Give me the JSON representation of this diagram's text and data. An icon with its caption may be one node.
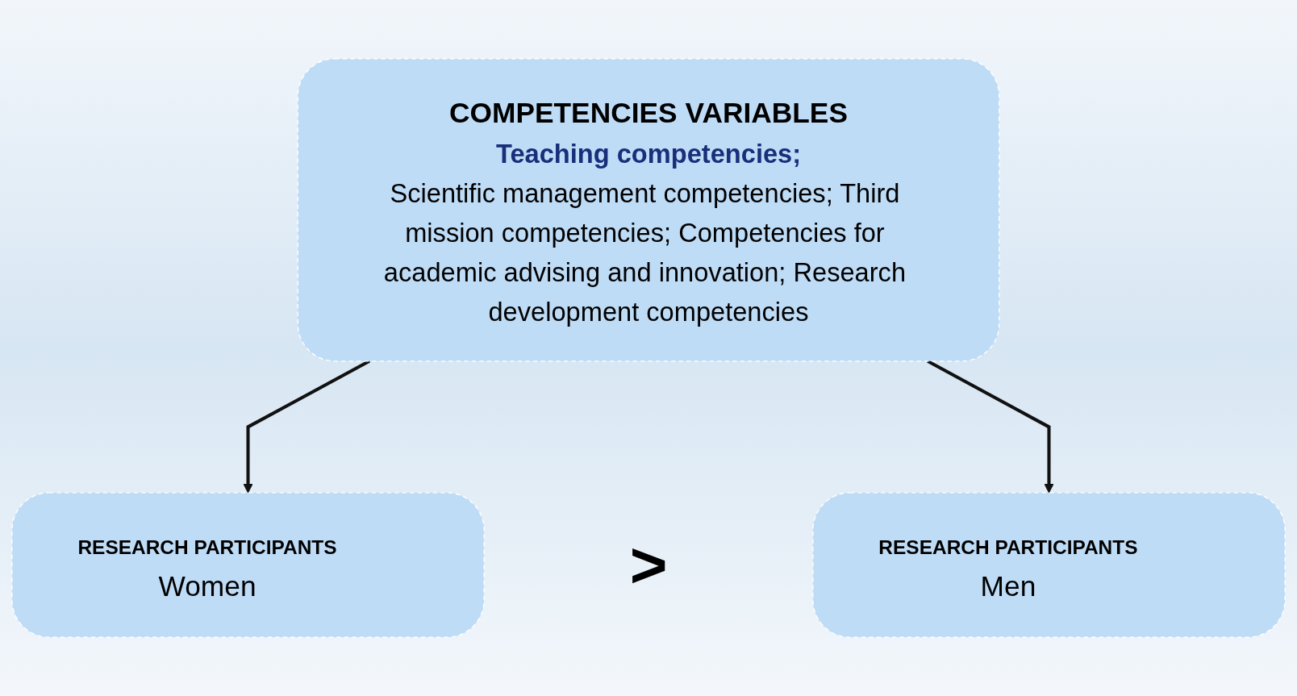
{
  "diagram": {
    "nodes": [
      {
        "text": [
          "COMPETENCIES VARIABLES",
          "Teaching competencies;",
          "Scientific management competencies; Third mission competencies; Competencies for academic advising and innovation; Research development competencies"
        ]
      },
      {
        "text": [
          "RESEARCH PARTICIPANTS",
          "Women"
        ]
      },
      {
        "text": [
          "RESEARCH PARTICIPANTS",
          "Men"
        ]
      }
    ],
    "edges": [
      {
        "from": 0,
        "to": 1,
        "arrow": "to"
      },
      {
        "from": 0,
        "to": 2,
        "arrow": "to"
      }
    ],
    "labels": [
      ">"
    ]
  }
}
